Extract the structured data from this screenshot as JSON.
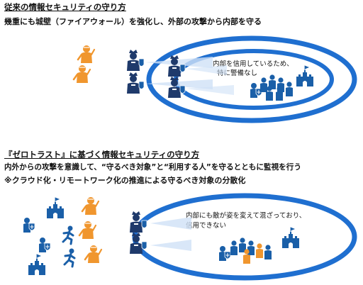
{
  "section1": {
    "heading": "従来の情報セキュリティの守り方",
    "subtitle": "幾重にも城壁（ファイアウォール）を強化し、外部の攻撃から内部を守る",
    "inner_lines": [
      "内部を信用しているため、",
      "特に警備なし"
    ]
  },
  "section2": {
    "heading": "『ゼロトラスト』に基づく情報セキュリティの守り方",
    "subtitle1": "内外からの攻撃を意識して、“守るべき対象”と“利用する人”を守るとともに監視を行う",
    "subtitle2": "※クラウド化・リモートワーク化の推進による守るべき対象の分散化",
    "inner_lines": [
      "内部にも敵が姿を変えて混ざっており、",
      "信用できない"
    ]
  },
  "colors": {
    "blue": "#1a5fa8",
    "navy": "#1f3a6b",
    "orange": "#f0962e",
    "ring": "#1f6fd0"
  },
  "icons": [
    "castle-icon",
    "guard-icon",
    "intruder-icon",
    "people-group-icon",
    "running-attacker-icon",
    "shield-person-icon"
  ]
}
